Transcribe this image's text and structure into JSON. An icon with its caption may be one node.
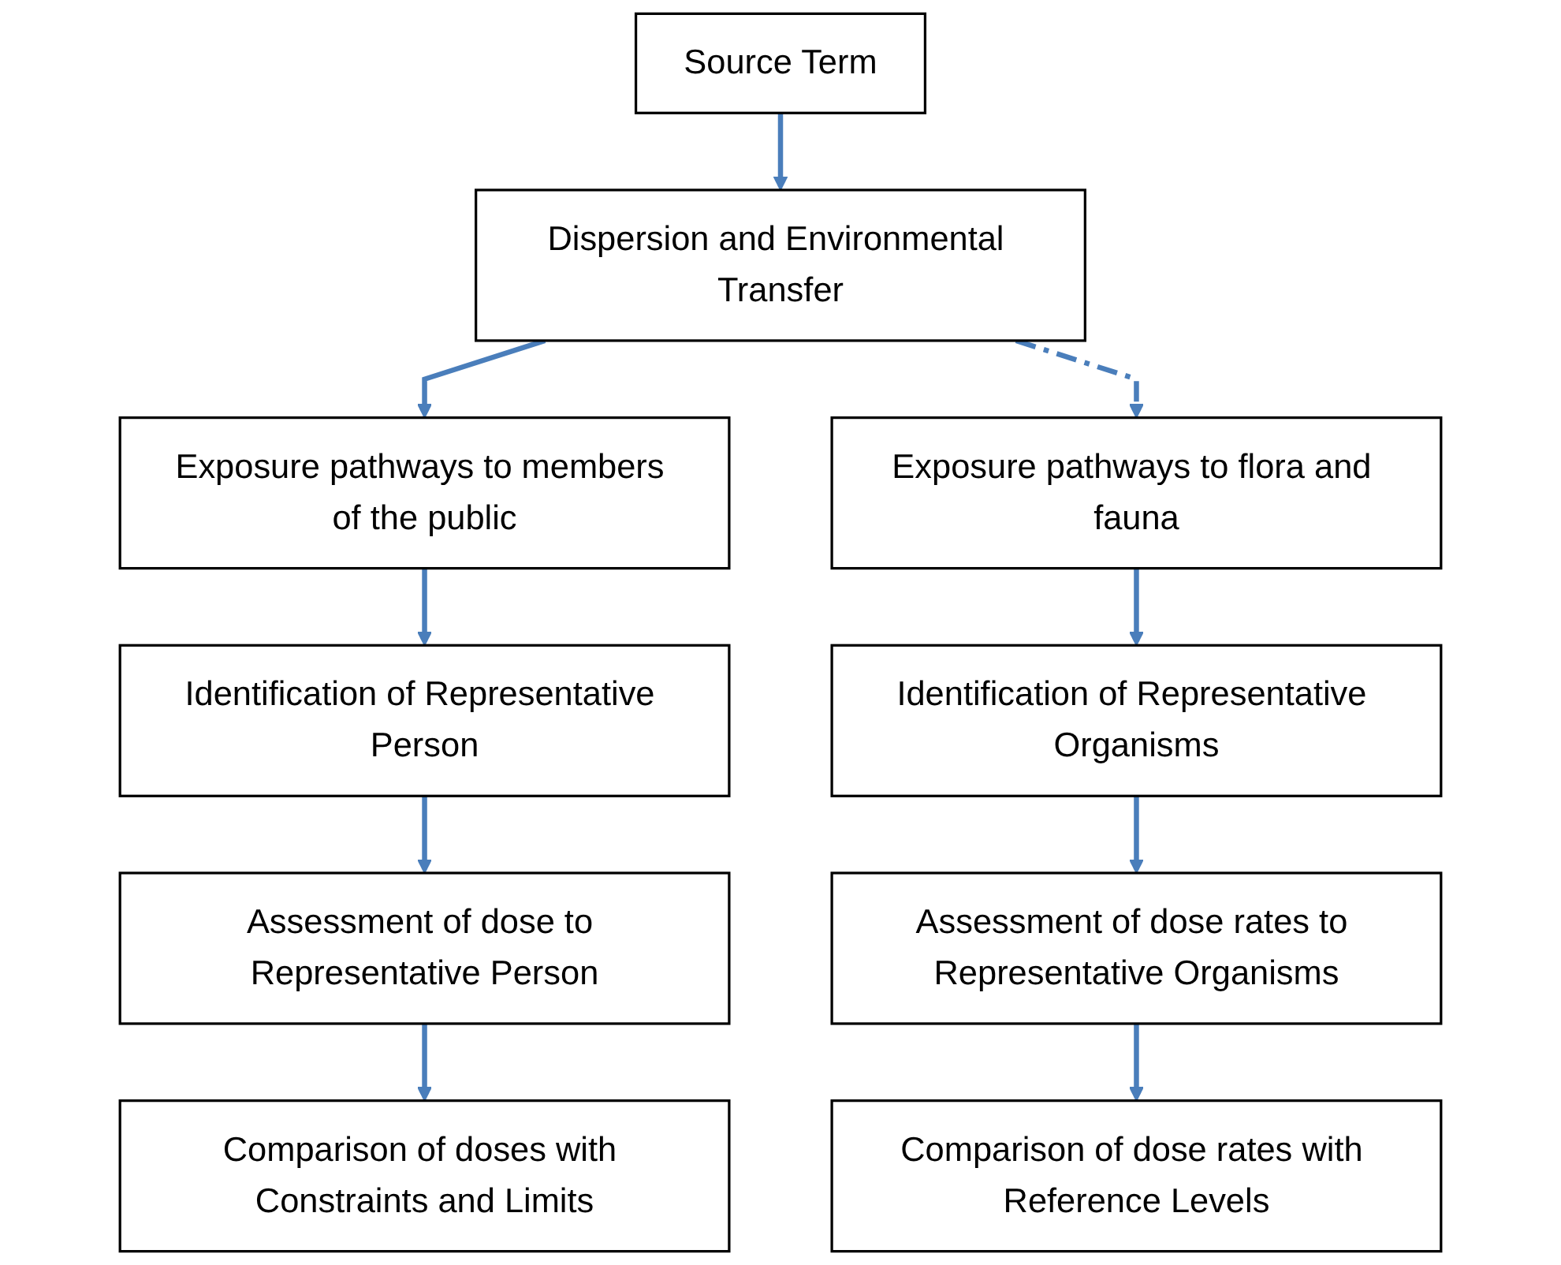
{
  "diagram": {
    "nodes": [
      {
        "text": [
          "Source Term"
        ]
      },
      {
        "text": [
          "Dispersion and Environmental Transfer"
        ]
      },
      {
        "text": [
          "Exposure pathways to members of the public"
        ]
      },
      {
        "text": [
          "Exposure pathways to flora and fauna"
        ]
      },
      {
        "text": [
          "Identification of Representative Person"
        ]
      },
      {
        "text": [
          "Identification of Representative Organisms"
        ]
      },
      {
        "text": [
          "Assessment of dose to Representative Person"
        ]
      },
      {
        "text": [
          "Assessment of dose rates to Representative Organisms"
        ]
      },
      {
        "text": [
          "Comparison of doses with Constraints and Limits"
        ]
      },
      {
        "text": [
          "Comparison of dose rates with Reference Levels"
        ]
      }
    ],
    "edges": [
      {
        "from": 0,
        "to": 1,
        "arrow": "to"
      },
      {
        "from": 1,
        "to": 2,
        "arrow": "to"
      },
      {
        "from": 1,
        "to": 3,
        "arrow": "to",
        "style": "dashed"
      },
      {
        "from": 2,
        "to": 4,
        "arrow": "to"
      },
      {
        "from": 4,
        "to": 6,
        "arrow": "to"
      },
      {
        "from": 6,
        "to": 8,
        "arrow": "to"
      },
      {
        "from": 3,
        "to": 5,
        "arrow": "to"
      },
      {
        "from": 5,
        "to": 7,
        "arrow": "to"
      },
      {
        "from": 7,
        "to": 9,
        "arrow": "to"
      }
    ]
  }
}
